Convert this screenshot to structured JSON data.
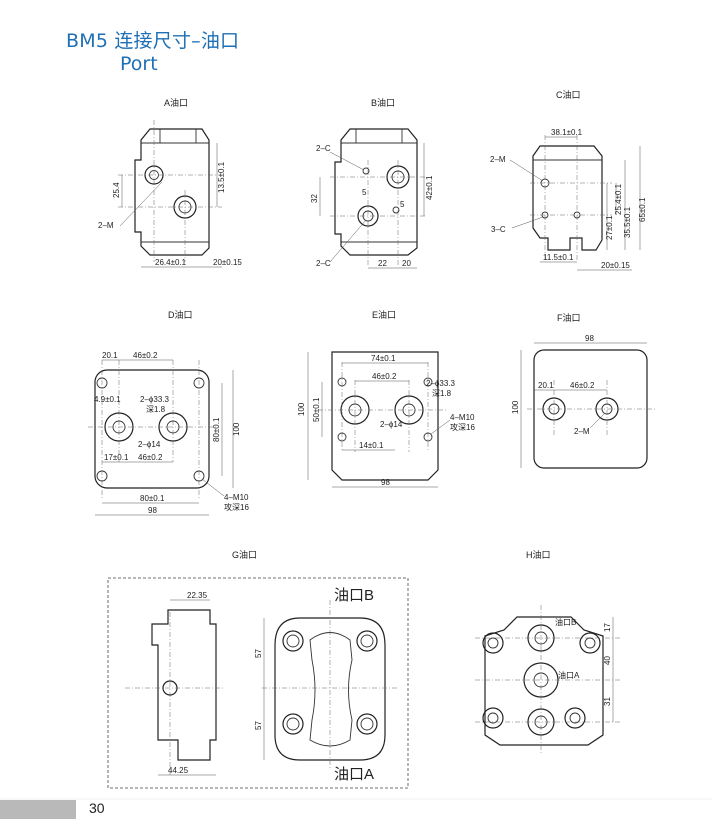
{
  "header": {
    "title": "BM5 连接尺寸–油口",
    "subtitle": "Port"
  },
  "footer": {
    "page_number": "30"
  },
  "colors": {
    "title": "#1f6fb5",
    "footer_bar": "#b9b9b9"
  },
  "figures": {
    "a": {
      "caption": "A油口",
      "dims": [
        "25.4",
        "13.5±0.1",
        "26.4±0.1",
        "20±0.15"
      ],
      "callouts": [
        "2–M"
      ]
    },
    "b": {
      "caption": "B油口",
      "dims": [
        "32",
        "42±0.1",
        "5",
        "5",
        "22",
        "20"
      ],
      "callouts": [
        "2–C",
        "2–C"
      ]
    },
    "c": {
      "caption": "C油口",
      "dims": [
        "38.1±0.1",
        "27±0.1",
        "25.4±0.1",
        "35.5±0.1",
        "65±0.1",
        "11.5±0.1",
        "20±0.15"
      ],
      "callouts": [
        "2–M",
        "3–C"
      ]
    },
    "d": {
      "caption": "D油口",
      "dims": [
        "20.1",
        "46±0.2",
        "4.9±0.1",
        "80±0.1",
        "100",
        "17±0.1",
        "46±0.2",
        "80±0.1",
        "98"
      ],
      "callouts": [
        "2–ϕ33.3",
        "深1.8",
        "2–ϕ14",
        "4–M10",
        "攻深16"
      ]
    },
    "e": {
      "caption": "E油口",
      "dims": [
        "74±0.1",
        "46±0.2",
        "100",
        "50±0.1",
        "14±0.1",
        "98"
      ],
      "callouts": [
        "2–ϕ33.3",
        "深1.8",
        "2–ϕ14",
        "4–M10",
        "攻深16"
      ]
    },
    "f": {
      "caption": "F油口",
      "dims": [
        "98",
        "20.1",
        "46±0.2",
        "100"
      ],
      "callouts": [
        "2–M"
      ]
    },
    "g": {
      "caption": "G油口",
      "dims": [
        "22.35",
        "57",
        "57",
        "44.25"
      ],
      "ports": [
        "油口B",
        "油口A"
      ]
    },
    "h": {
      "caption": "H油口",
      "dims": [
        "17",
        "40",
        "31"
      ],
      "ports": [
        "油口B",
        "油口A"
      ]
    }
  }
}
